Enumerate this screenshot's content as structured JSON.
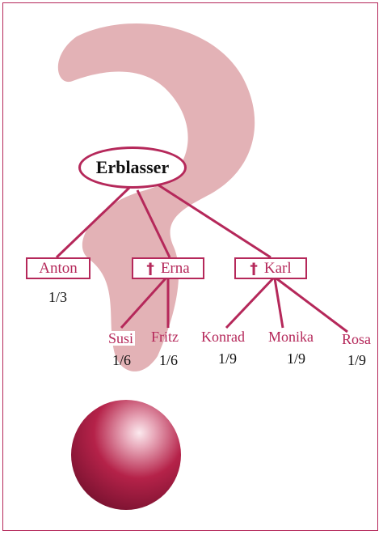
{
  "root": {
    "label": "Erblasser"
  },
  "children": [
    {
      "name": "Anton",
      "deceased": false,
      "share": "1/3"
    },
    {
      "name": "Erna",
      "deceased": true,
      "cross": "†"
    },
    {
      "name": "Karl",
      "deceased": true,
      "cross": "†"
    }
  ],
  "grandchildren": [
    {
      "name": "Susi",
      "share": "1/6",
      "parent": "Erna"
    },
    {
      "name": "Fritz",
      "share": "1/6",
      "parent": "Erna"
    },
    {
      "name": "Konrad",
      "share": "1/9",
      "parent": "Karl"
    },
    {
      "name": "Monika",
      "share": "1/9",
      "parent": "Karl"
    },
    {
      "name": "Rosa",
      "share": "1/9",
      "parent": "Karl"
    }
  ],
  "colors": {
    "accent": "#b5285a",
    "background_swirl": "#e3b2b6",
    "sphere_dark": "#8e1737",
    "sphere_light": "#fbe9ee"
  }
}
